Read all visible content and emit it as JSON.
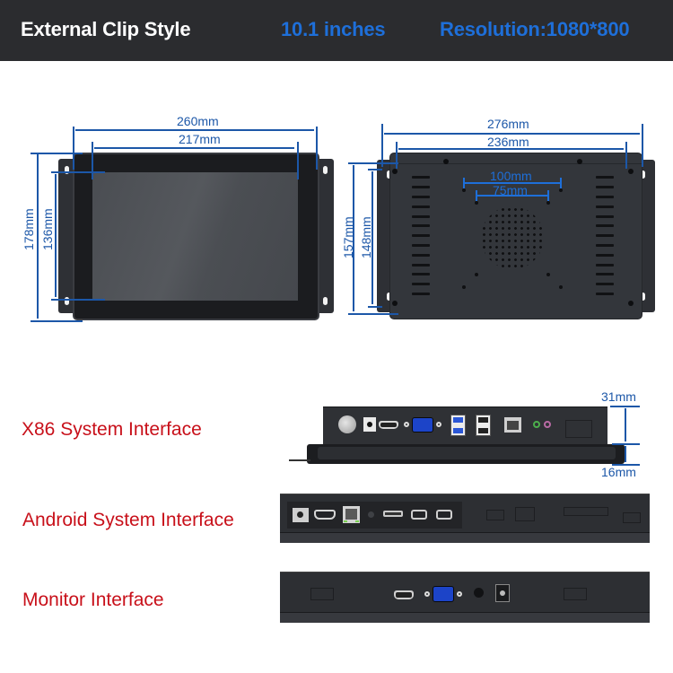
{
  "header": {
    "title": "External Clip Style",
    "size": "10.1 inches",
    "resolution": "Resolution:1080*800"
  },
  "front_view": {
    "overall_width": "260mm",
    "screen_width": "217mm",
    "overall_height": "178mm",
    "screen_height": "136mm"
  },
  "back_view": {
    "overall_width": "276mm",
    "inner_width": "236mm",
    "overall_height": "157mm",
    "inner_height": "148mm",
    "vesa_outer": "100mm",
    "vesa_inner": "75mm"
  },
  "interfaces": [
    {
      "label": "X86 System Interface",
      "ports": [
        "power-button",
        "dc-jack",
        "hdmi",
        "vga",
        "usb3-x2",
        "usb2-x2",
        "rj45",
        "audio-out",
        "audio-in"
      ],
      "depth_top": "31mm",
      "depth_bottom": "16mm"
    },
    {
      "label": "Android System Interface",
      "ports": [
        "dc-jack",
        "hdmi",
        "rj45",
        "reset",
        "micro-usb",
        "usb",
        "usb"
      ]
    },
    {
      "label": "Monitor Interface",
      "ports": [
        "hdmi",
        "vga",
        "audio",
        "dc-jack"
      ]
    }
  ],
  "colors": {
    "header_bg": "#2b2c2f",
    "accent_blue": "#1e6fd9",
    "dimension_blue": "#1c57a8",
    "label_red": "#c8101a"
  }
}
